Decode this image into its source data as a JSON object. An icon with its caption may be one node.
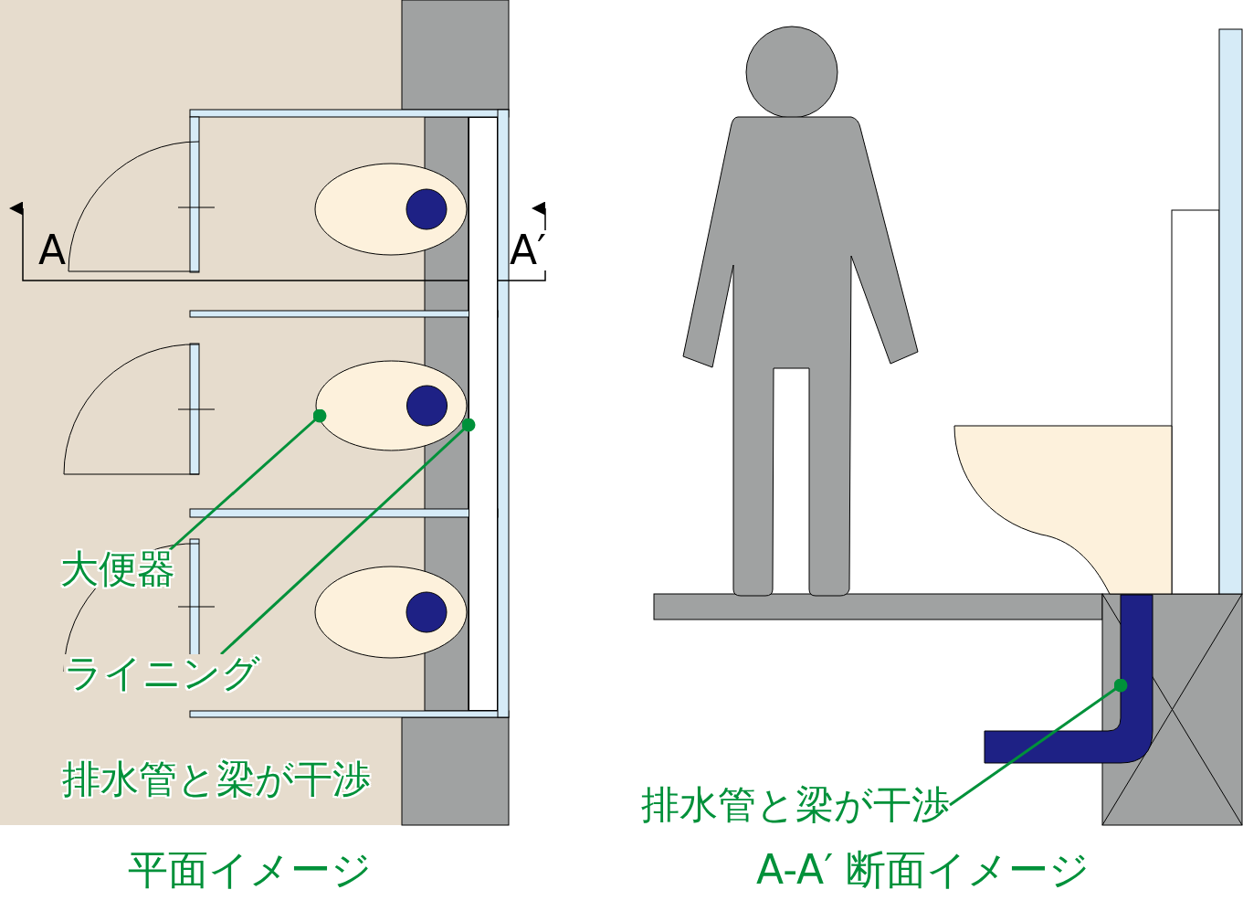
{
  "diagram": {
    "nodes": [
      {
        "text": [
          "大便器"
        ]
      },
      {
        "text": [],
        "shape": "ellipse"
      },
      {
        "text": [
          "ライニング"
        ]
      },
      {
        "text": [],
        "shape": "bar"
      },
      {
        "text": [
          "排水管と梁が干渉"
        ]
      },
      {
        "text": [],
        "shape": "picture"
      }
    ],
    "edges": [
      {
        "from": 0,
        "to": 1,
        "arrow": "other"
      },
      {
        "from": 2,
        "to": 3,
        "arrow": "other"
      },
      {
        "from": 4,
        "to": 5,
        "arrow": "other"
      }
    ],
    "labels": [
      "A",
      "A′",
      "排水管と梁が干渉",
      "平面イメージ",
      "A-A′ 断面イメージ"
    ]
  }
}
